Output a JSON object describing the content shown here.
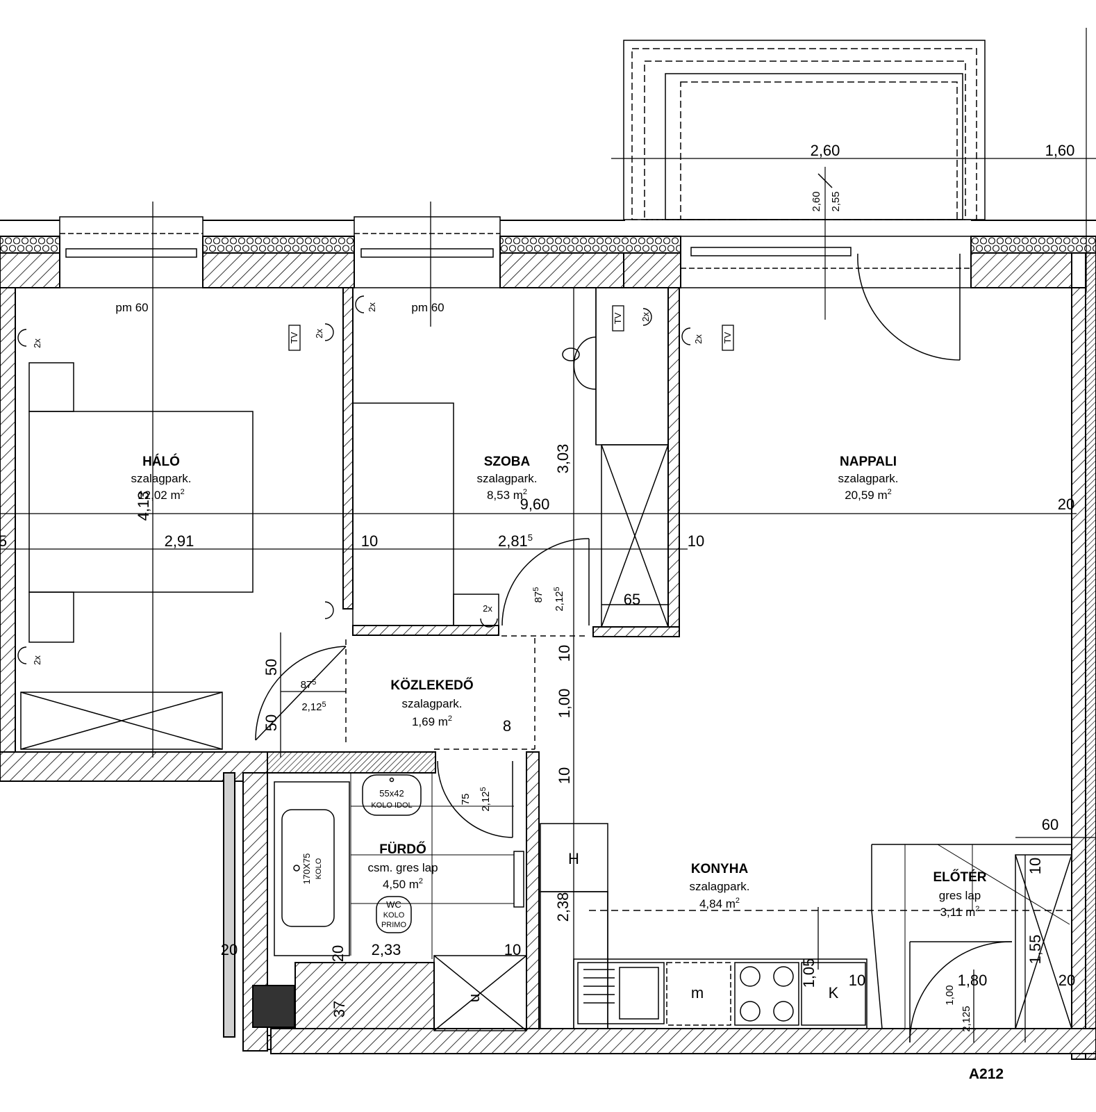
{
  "plan": {
    "unit_id": "A212",
    "rooms": [
      {
        "key": "halo",
        "name": "HÁLÓ",
        "floor": "szalagpark.",
        "area": "12,02 m",
        "sup": "2"
      },
      {
        "key": "szoba",
        "name": "SZOBA",
        "floor": "szalagpark.",
        "area": "8,53 m",
        "sup": "2"
      },
      {
        "key": "nappali",
        "name": "NAPPALI",
        "floor": "szalagpark.",
        "area": "20,59 m",
        "sup": "2"
      },
      {
        "key": "kozlekedo",
        "name": "KÖZLEKEDŐ",
        "floor": "szalagpark.",
        "area": "1,69 m",
        "sup": "2"
      },
      {
        "key": "furdo",
        "name": "FÜRDŐ",
        "floor": "csm. gres lap",
        "area": "4,50 m",
        "sup": "2"
      },
      {
        "key": "konyha",
        "name": "KONYHA",
        "floor": "szalagpark.",
        "area": "4,84 m",
        "sup": "2"
      },
      {
        "key": "eloter",
        "name": "ELŐTÉR",
        "floor": "gres lap",
        "area": "3,11 m",
        "sup": "2"
      }
    ],
    "dimensions": {
      "balcony_width": "2,60",
      "balcony_right": "1,60",
      "balcony_depth_a": "2,60",
      "balcony_depth_b": "2,55",
      "overall_width": "9,60",
      "halo_width": "2,91",
      "szoba_width": "2,81",
      "szoba_width_sup": "5",
      "wall_a": "10",
      "wall_b": "10",
      "right_edge": "20",
      "left_cut": "5",
      "halo_depth": "4,13",
      "szoba_depth": "3,03",
      "wardrobe": "65",
      "door_w_a": "87",
      "door_w_a_sup": "5",
      "door_h_a": "2,12",
      "door_h_a_sup": "5",
      "door_w_b": "87",
      "door_w_b_sup": "5",
      "door_h_b": "2,12",
      "door_h_b_sup": "5",
      "corr_a": "50",
      "corr_b": "50",
      "corr_c": "8",
      "vert_10a": "10",
      "vert_100": "1,00",
      "vert_10b": "10",
      "bath_door_w": "75",
      "bath_door_h": "2,12",
      "bath_door_h_sup": "5",
      "kitchen_depth": "2,38",
      "bath_20": "20",
      "bath_233": "2,33",
      "bath_10": "10",
      "bath_left_20": "20",
      "shaft_37": "37",
      "counter_105": "1,05",
      "counter_10": "10",
      "entry_60": "60",
      "entry_10": "10",
      "entry_155": "1,55",
      "entry_180": "1,80",
      "entry_20": "20",
      "entry_door_w": "1,00",
      "entry_door_h": "2,125"
    },
    "tags": {
      "socket": "2x",
      "tv": "TV",
      "pm_left": "pm  60",
      "pm_right": "pm  60",
      "sink": "55x42",
      "sink_brand": "KOLO IDOL",
      "tub_size": "170X75",
      "tub_brand": "KOLO",
      "wc": "WC",
      "wc_brand1": "KOLO",
      "wc_brand2": "PRIMO",
      "fridge": "H",
      "microwave": "m",
      "cupboard": "K",
      "washer": "u"
    }
  }
}
